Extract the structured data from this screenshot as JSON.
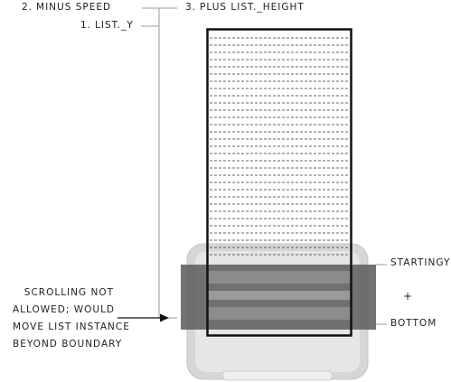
{
  "labels": {
    "minus_speed": {
      "num": "2.",
      "text": "Minus speed"
    },
    "plus_height": {
      "num": "3.",
      "text": "Plus list._height"
    },
    "list_y": {
      "num": "1.",
      "text": "List._y"
    },
    "starting_y": "StartingY",
    "plus_sign": "+",
    "bottom": "Bottom"
  },
  "caption": [
    "Scrolling not",
    "allowed; would",
    "move list instance",
    "beyond boundary"
  ],
  "colors": {
    "line": "#222222",
    "bracket": "#999999",
    "frame_outer": "#d4d4d4",
    "frame_inner": "#e4e4e4",
    "band_dark": "#555555",
    "band_mid": "#888888"
  }
}
